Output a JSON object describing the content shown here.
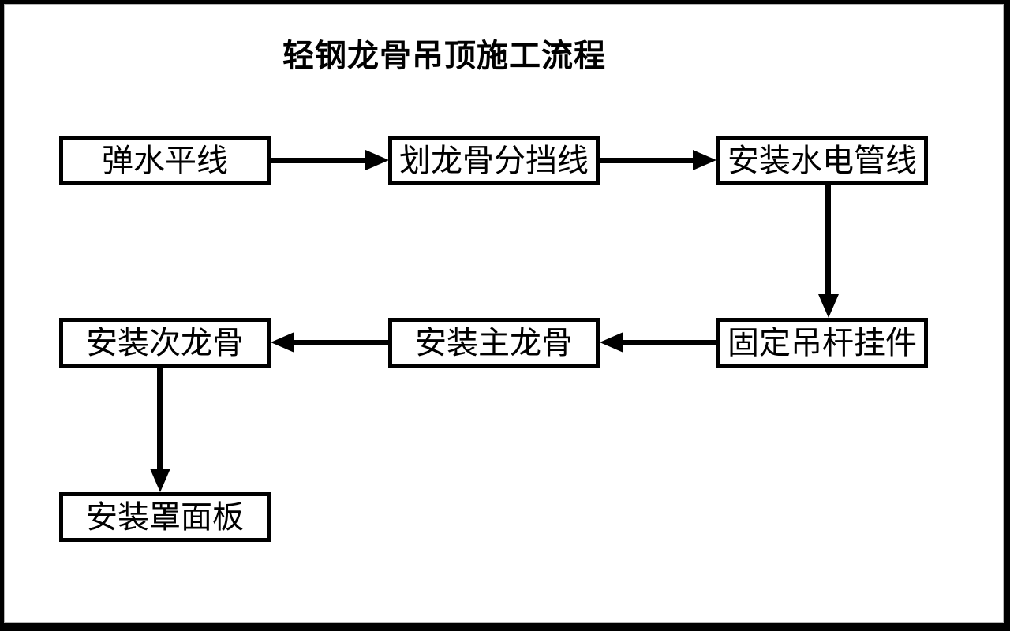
{
  "title": "轻钢龙骨吊顶施工流程",
  "flowchart": {
    "type": "flowchart",
    "nodes": [
      {
        "id": "step1",
        "label": "弹水平线"
      },
      {
        "id": "step2",
        "label": "划龙骨分挡线"
      },
      {
        "id": "step3",
        "label": "安装水电管线"
      },
      {
        "id": "step4",
        "label": "固定吊杆挂件"
      },
      {
        "id": "step5",
        "label": "安装主龙骨"
      },
      {
        "id": "step6",
        "label": "安装次龙骨"
      },
      {
        "id": "step7",
        "label": "安装罩面板"
      }
    ],
    "edges": [
      {
        "from": "弹水平线",
        "to": "划龙骨分挡线",
        "direction": "right"
      },
      {
        "from": "划龙骨分挡线",
        "to": "安装水电管线",
        "direction": "right"
      },
      {
        "from": "安装水电管线",
        "to": "固定吊杆挂件",
        "direction": "down"
      },
      {
        "from": "固定吊杆挂件",
        "to": "安装主龙骨",
        "direction": "left"
      },
      {
        "from": "安装主龙骨",
        "to": "安装次龙骨",
        "direction": "left"
      },
      {
        "from": "安装次龙骨",
        "to": "安装罩面板",
        "direction": "down"
      }
    ],
    "colors": {
      "background": "#ffffff",
      "line": "#000000",
      "box_border": "#000000",
      "text": "#000000",
      "frame": "#000000"
    }
  }
}
